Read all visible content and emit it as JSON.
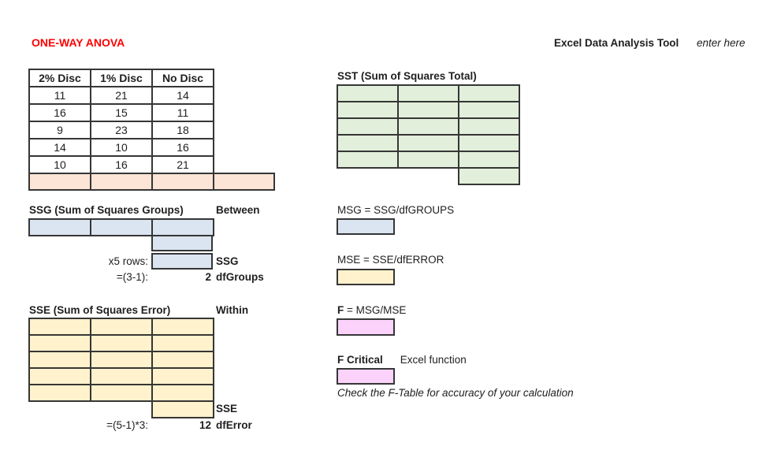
{
  "page": {
    "title": "ONE-WAY ANOVA",
    "title_color": "#ff0000",
    "header_right": {
      "label": "Excel Data Analysis Tool",
      "note": "enter here"
    }
  },
  "data_table": {
    "headers": [
      "2% Disc",
      "1% Disc",
      "No Disc"
    ],
    "rows": [
      [
        "11",
        "21",
        "14"
      ],
      [
        "16",
        "15",
        "11"
      ],
      [
        "9",
        "23",
        "18"
      ],
      [
        "14",
        "10",
        "16"
      ],
      [
        "10",
        "16",
        "21"
      ]
    ]
  },
  "sst": {
    "title": "SST (Sum of Squares Total)"
  },
  "ssg": {
    "title": "SSG (Sum of Squares Groups)",
    "tag": "Between",
    "x5_label": "x5 rows:",
    "sum_label": "SSG",
    "df_formula": "=(3-1):",
    "df_value": "2",
    "df_label": "dfGroups"
  },
  "sse": {
    "title": "SSE (Sum of Squares Error)",
    "tag": "Within",
    "sum_label": "SSE",
    "df_formula": "=(5-1)*3:",
    "df_value": "12",
    "df_label": "dfError"
  },
  "msg": {
    "label": "MSG = SSG/dfGROUPS"
  },
  "mse": {
    "label": "MSE = SSE/dfERROR"
  },
  "f": {
    "label_bold": "F",
    "label_rest": " = MSG/MSE"
  },
  "f_critical": {
    "label": "F Critical",
    "note": "Excel function"
  },
  "check_note": "Check the F-Table for accuracy of your calculation",
  "colors": {
    "peach": "#fce4d6",
    "green": "#e2efda",
    "blue": "#dbe5f1",
    "yellow": "#fff2cc",
    "pink": "#fad2fa",
    "border": "#363636"
  }
}
